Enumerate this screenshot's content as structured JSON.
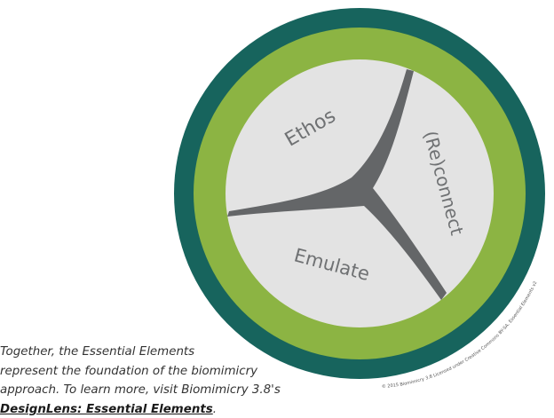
{
  "diagram": {
    "segments": {
      "ethos": "Ethos",
      "reconnect": "(Re)connect",
      "emulate": "Emulate"
    },
    "copyright": "© 2015 Biomimicry 3.8   Licensed under Creative Commons BY-SA. Essential Elements v2"
  },
  "caption": {
    "line1": "Together, the Essential Elements",
    "line2": "represent the foundation of the biomimicry",
    "line3": "approach. To learn more, visit Biomimicry 3.8's",
    "link": "DesignLens: Essential Elements",
    "end": "."
  },
  "colors": {
    "outer_ring": "#17645d",
    "inner_ring": "#8cb443",
    "segment_fill": "#e3e3e3",
    "divider": "#646668",
    "segment_text": "#6f7173"
  }
}
